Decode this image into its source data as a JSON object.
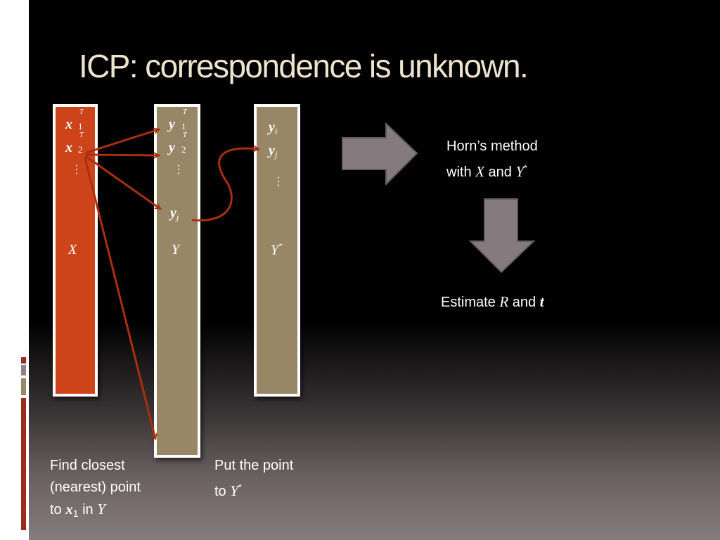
{
  "slide": {
    "title": "ICP: correspondence is unknown."
  },
  "columns": {
    "x": {
      "label": "X",
      "entries": [
        {
          "letter": "x",
          "sub": "1",
          "sup": "T"
        },
        {
          "letter": "x",
          "sub": "2",
          "sup": "T"
        }
      ],
      "ellipsis": "⋮"
    },
    "y": {
      "label": "Y",
      "entries": [
        {
          "letter": "y",
          "sub": "1",
          "sup": "T"
        },
        {
          "letter": "y",
          "sub": "2",
          "sup": "T"
        }
      ],
      "ellipsis": "⋮",
      "extra": {
        "letter": "y",
        "sub": "j"
      }
    },
    "ystar": {
      "label": "Y",
      "label_sup": "*",
      "entries": [
        {
          "letter": "y",
          "sub": "i"
        },
        {
          "letter": "y",
          "sub": "j"
        }
      ],
      "ellipsis": "⋮"
    }
  },
  "horn": {
    "line1": "Horn’s method",
    "with": "with",
    "x": "X",
    "and": "and",
    "y": "Y",
    "ysup": "*"
  },
  "estimate": {
    "prefix": "Estimate",
    "r": "R",
    "and": "and",
    "t": "t"
  },
  "caption_find": {
    "line1": "Find closest",
    "line2": "(nearest) point",
    "to": "to",
    "x": "x",
    "xsub": "1",
    "in": "in",
    "y": "Y"
  },
  "caption_put": {
    "line1": "Put the point",
    "to": "to",
    "y": "Y",
    "ysup": "*"
  },
  "colors": {
    "background": "#000000",
    "title": "#ede3cf",
    "column_x": "#cd441a",
    "column_y": "#978767",
    "arrows": "#a8300f",
    "block_arrows": "#857b7e",
    "accent_red": "#9b2a1f"
  },
  "icons": {
    "block_arrow_right": "block-arrow-right-icon",
    "block_arrow_down": "block-arrow-down-icon"
  }
}
